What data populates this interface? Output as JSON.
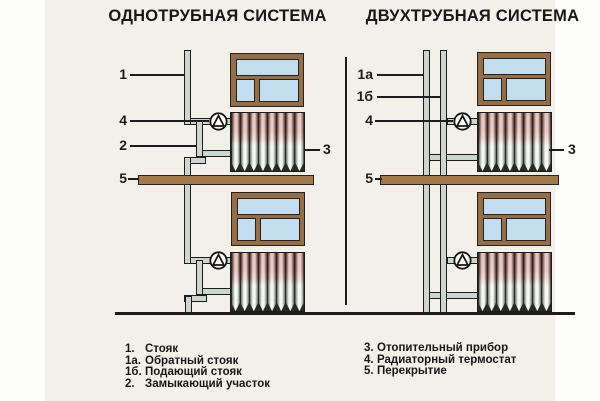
{
  "left_panel": {
    "title": "ОДНОТРУБНАЯ СИСТЕМА",
    "labels": {
      "riser": "1",
      "thermostat": "4",
      "bypass": "2",
      "floor": "5",
      "radiator": "3"
    }
  },
  "right_panel": {
    "title": "ДВУХТРУБНАЯ СИСТЕМА",
    "labels": {
      "return_riser": "1а",
      "supply_riser": "1б",
      "thermostat": "4",
      "floor": "5",
      "radiator": "3"
    }
  },
  "legend": {
    "left": [
      {
        "num": "1.",
        "text": "Стояк"
      },
      {
        "num": "1а.",
        "text": "Обратный стояк"
      },
      {
        "num": "1б.",
        "text": "Подающий стояк"
      },
      {
        "num": "2.",
        "text": "Замыкающий участок"
      }
    ],
    "right": [
      {
        "num": "3.",
        "text": "Отопительный прибор"
      },
      {
        "num": "4.",
        "text": "Радиаторный термостат"
      },
      {
        "num": "5.",
        "text": "Перекрытие"
      }
    ]
  },
  "icons": {
    "thermostat_valve": "circle-with-triangle"
  },
  "colors": {
    "card_background": "#f3efe9",
    "line_black": "#1c1c1c",
    "pipe_gray": "#ccd5ce",
    "window_frame_brown": "#926f4a",
    "window_pane_blue": "#c3ddee",
    "floor_slab_brown": "#a1794c",
    "radiator_hot_red": "#9e372f",
    "radiator_cool_green": "#d5e0d3"
  }
}
